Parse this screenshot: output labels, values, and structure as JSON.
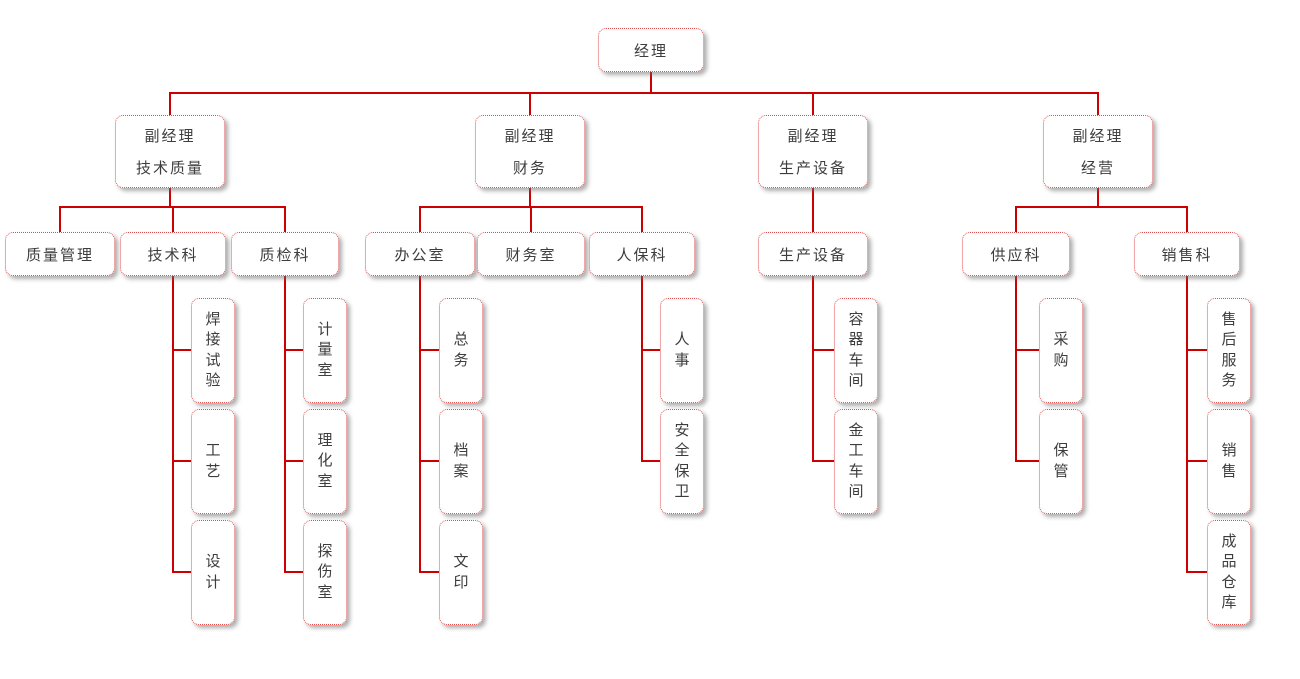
{
  "org": {
    "root": {
      "label": "经理"
    },
    "deputies": [
      {
        "line1": "副经理",
        "line2": "技术质量",
        "departments": [
          {
            "label": "质量管理",
            "units": []
          },
          {
            "label": "技术科",
            "units": [
              {
                "label": "焊接试验"
              },
              {
                "label": "工艺"
              },
              {
                "label": "设计"
              }
            ]
          },
          {
            "label": "质检科",
            "units": [
              {
                "label": "计量室"
              },
              {
                "label": "理化室"
              },
              {
                "label": "探伤室"
              }
            ]
          }
        ]
      },
      {
        "line1": "副经理",
        "line2": "财务",
        "departments": [
          {
            "label": "办公室",
            "units": [
              {
                "label": "总务"
              },
              {
                "label": "档案"
              },
              {
                "label": "文印"
              }
            ]
          },
          {
            "label": "财务室",
            "units": []
          },
          {
            "label": "人保科",
            "units": [
              {
                "label": "人事"
              },
              {
                "label": "安全保卫"
              }
            ]
          }
        ]
      },
      {
        "line1": "副经理",
        "line2": "生产设备",
        "departments": [
          {
            "label": "生产设备",
            "units": [
              {
                "label": "容器车间"
              },
              {
                "label": "金工车间"
              }
            ]
          }
        ]
      },
      {
        "line1": "副经理",
        "line2": "经营",
        "departments": [
          {
            "label": "供应科",
            "units": [
              {
                "label": "采购"
              },
              {
                "label": "保管"
              }
            ]
          },
          {
            "label": "销售科",
            "units": [
              {
                "label": "售后服务"
              },
              {
                "label": "销售"
              },
              {
                "label": "成品仓库"
              }
            ]
          }
        ]
      }
    ],
    "colors": {
      "connector_line": "#cc0000",
      "box_border": "#e04f4f",
      "box_fill": "#ffffff",
      "text": "#3d3d3d"
    }
  }
}
